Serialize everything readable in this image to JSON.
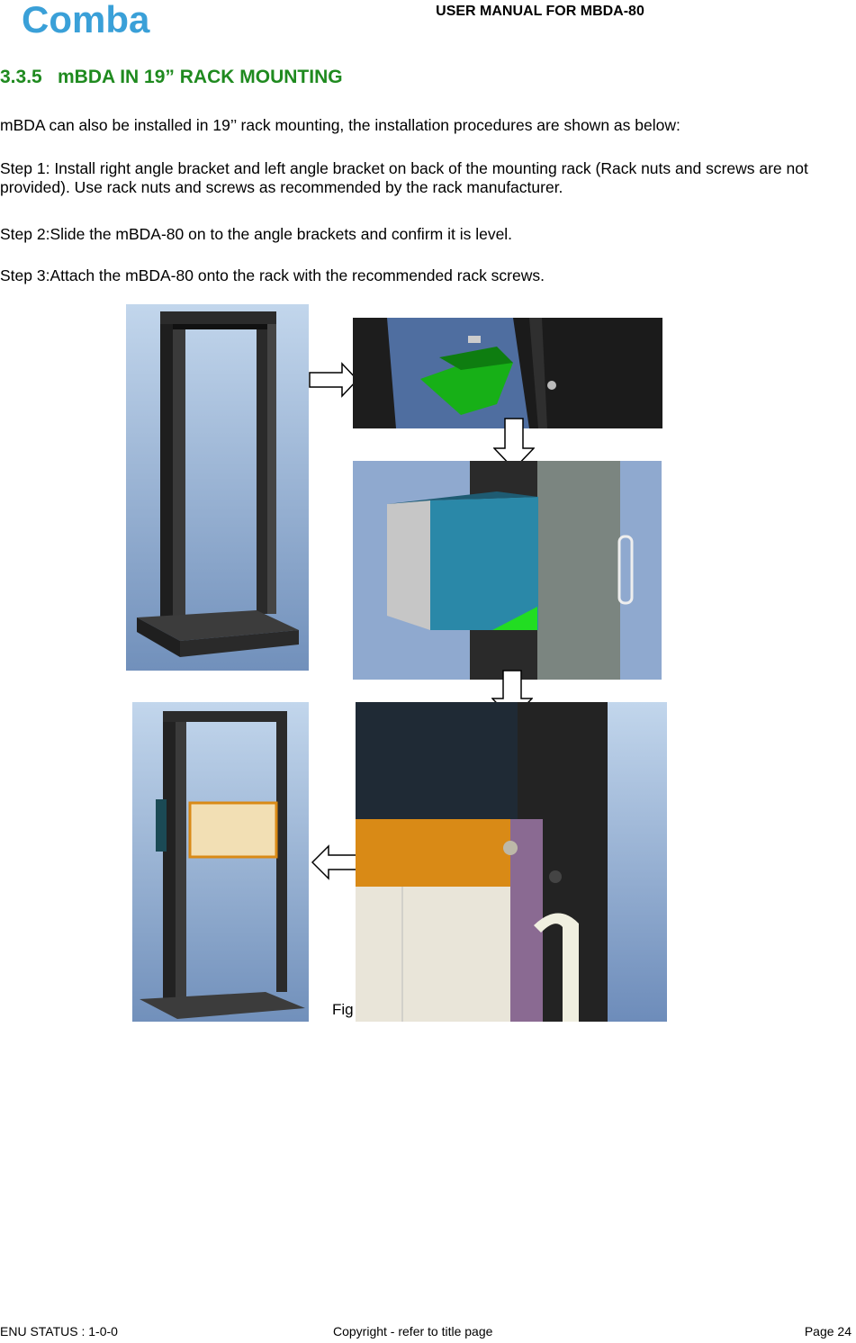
{
  "header": {
    "logo_text": "Comba",
    "title": "USER MANUAL FOR MBDA-80"
  },
  "section": {
    "number": "3.3.5",
    "title": "mBDA IN 19” RACK MOUNTING"
  },
  "paragraphs": {
    "intro": "mBDA can also be installed in 19’’ rack mounting, the installation procedures are shown as below:",
    "step1": "Step 1: Install right angle bracket and left angle bracket on back of the mounting rack (Rack nuts and screws are not provided). Use rack nuts and screws as recommended by the rack manufacturer.",
    "step2": "Step 2:Slide the mBDA-80 on to the angle brackets and confirm it is level.",
    "step3": "Step 3:Attach the mBDA-80 onto the rack with the recommended rack screws."
  },
  "figure": {
    "caption_visible": "Fig"
  },
  "footer": {
    "status": "ENU STATUS : 1-0-0",
    "copyright": "Copyright - refer to title page",
    "page": "Page 24"
  },
  "colors": {
    "brand_blue": "#3aa0d8",
    "heading_green": "#1f8a1f",
    "bracket_green": "#16b21e",
    "rack_black": "#262626",
    "bg_blue": "#8fb0d6",
    "unit_blue": "#2a8aa8",
    "bracket_orange": "#d98a16",
    "bracket_purple": "#8a6a92"
  }
}
